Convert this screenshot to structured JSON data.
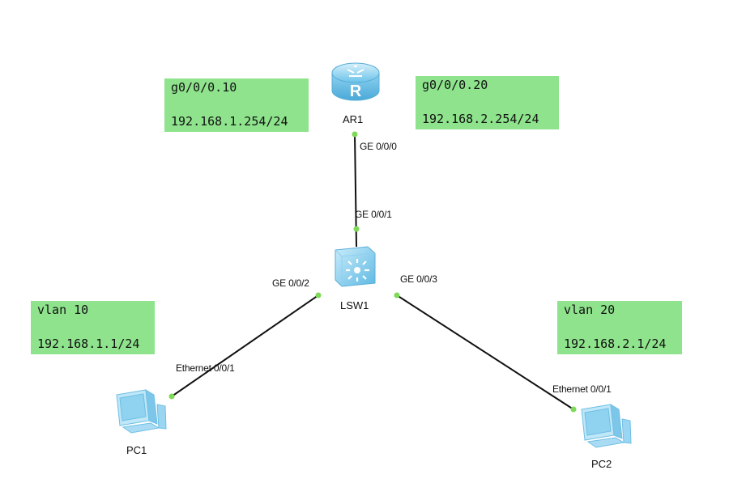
{
  "devices": {
    "router": {
      "name": "AR1",
      "icon": "router-icon"
    },
    "switch": {
      "name": "LSW1",
      "icon": "switch-icon"
    },
    "pc1": {
      "name": "PC1",
      "icon": "pc-icon"
    },
    "pc2": {
      "name": "PC2",
      "icon": "pc-icon"
    }
  },
  "links": [
    {
      "from": "AR1",
      "from_port": "GE 0/0/0",
      "to": "LSW1",
      "to_port": "GE 0/0/1"
    },
    {
      "from": "LSW1",
      "from_port": "GE 0/0/2",
      "to": "PC1",
      "to_port": "Ethernet 0/0/1"
    },
    {
      "from": "LSW1",
      "from_port": "GE 0/0/3",
      "to": "PC2",
      "to_port": "Ethernet 0/0/1"
    }
  ],
  "notes": {
    "sub10": {
      "line1": "g0/0/0.10",
      "line2": "192.168.1.254/24"
    },
    "sub20": {
      "line1": "g0/0/0.20",
      "line2": "192.168.2.254/24"
    },
    "vlan10": {
      "line1": "vlan 10",
      "line2": "192.168.1.1/24"
    },
    "vlan20": {
      "line1": "vlan 20",
      "line2": "192.168.2.1/24"
    }
  },
  "colors": {
    "note_fill": "#8ee38c",
    "link_line": "#111111",
    "port_dot": "#7ed957",
    "device_blue": "#7ec8ee"
  }
}
